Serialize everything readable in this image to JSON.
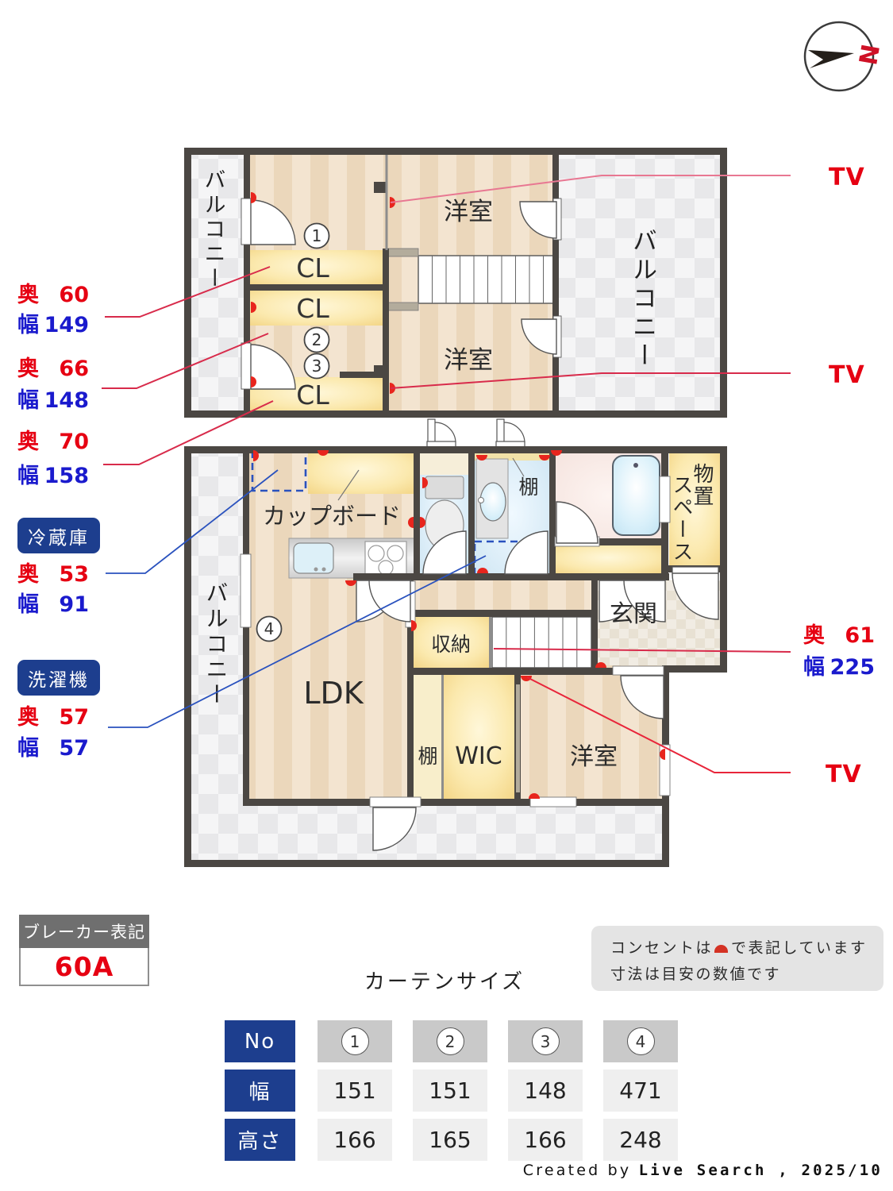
{
  "colors": {
    "red": "#e60012",
    "blue": "#1a1acd",
    "navy": "#1d3e8e",
    "leader_red": "#de3153",
    "leader_blue": "#2a52be",
    "wall": "#4b4743"
  },
  "compass": {
    "north": "N"
  },
  "floor2": {
    "balcony_left": "バルコニー",
    "balcony_right": "バルコニー",
    "room_top": "洋室",
    "room_bottom": "洋室",
    "closet": "CL"
  },
  "floor1": {
    "balcony": "バルコニー",
    "cupboard": "カップボード",
    "shelf_wash": "棚",
    "storage_space_col1": "物置",
    "storage_space_col2": "スペース",
    "entrance": "玄関",
    "hall_closet": "収納",
    "ldk": "LDK",
    "shelf": "棚",
    "wic": "WIC",
    "room": "洋室"
  },
  "annotations": {
    "cl1": {
      "depth_label": "奥",
      "depth": "60",
      "width_label": "幅",
      "width": "149"
    },
    "cl2": {
      "depth_label": "奥",
      "depth": "66",
      "width_label": "幅",
      "width": "148"
    },
    "cl3": {
      "depth_label": "奥",
      "depth": "70",
      "width_label": "幅",
      "width": "158"
    },
    "fridge": {
      "title": "冷蔵庫",
      "depth_label": "奥",
      "depth": "53",
      "width_label": "幅",
      "width": "91"
    },
    "washer": {
      "title": "洗濯機",
      "depth_label": "奥",
      "depth": "57",
      "width_label": "幅",
      "width": "57"
    },
    "hall_closet": {
      "depth_label": "奥",
      "depth": "61",
      "width_label": "幅",
      "width": "225"
    },
    "tv1": "TV",
    "tv2": "TV",
    "tv3": "TV"
  },
  "breaker": {
    "title": "ブレーカー表記",
    "value": "60A"
  },
  "notes": {
    "line1_pre": "コンセントは",
    "line1_post": "で表記しています",
    "line2": "寸法は目安の数値です"
  },
  "curtain": {
    "title": "カーテンサイズ",
    "no_header": "No",
    "width_header": "幅",
    "height_header": "高さ",
    "numbers": [
      "1",
      "2",
      "3",
      "4"
    ],
    "widths": [
      "151",
      "151",
      "148",
      "471"
    ],
    "heights": [
      "166",
      "165",
      "166",
      "248"
    ]
  },
  "footer": {
    "prefix": "Created by ",
    "text": "Live Search , 2025/10"
  }
}
